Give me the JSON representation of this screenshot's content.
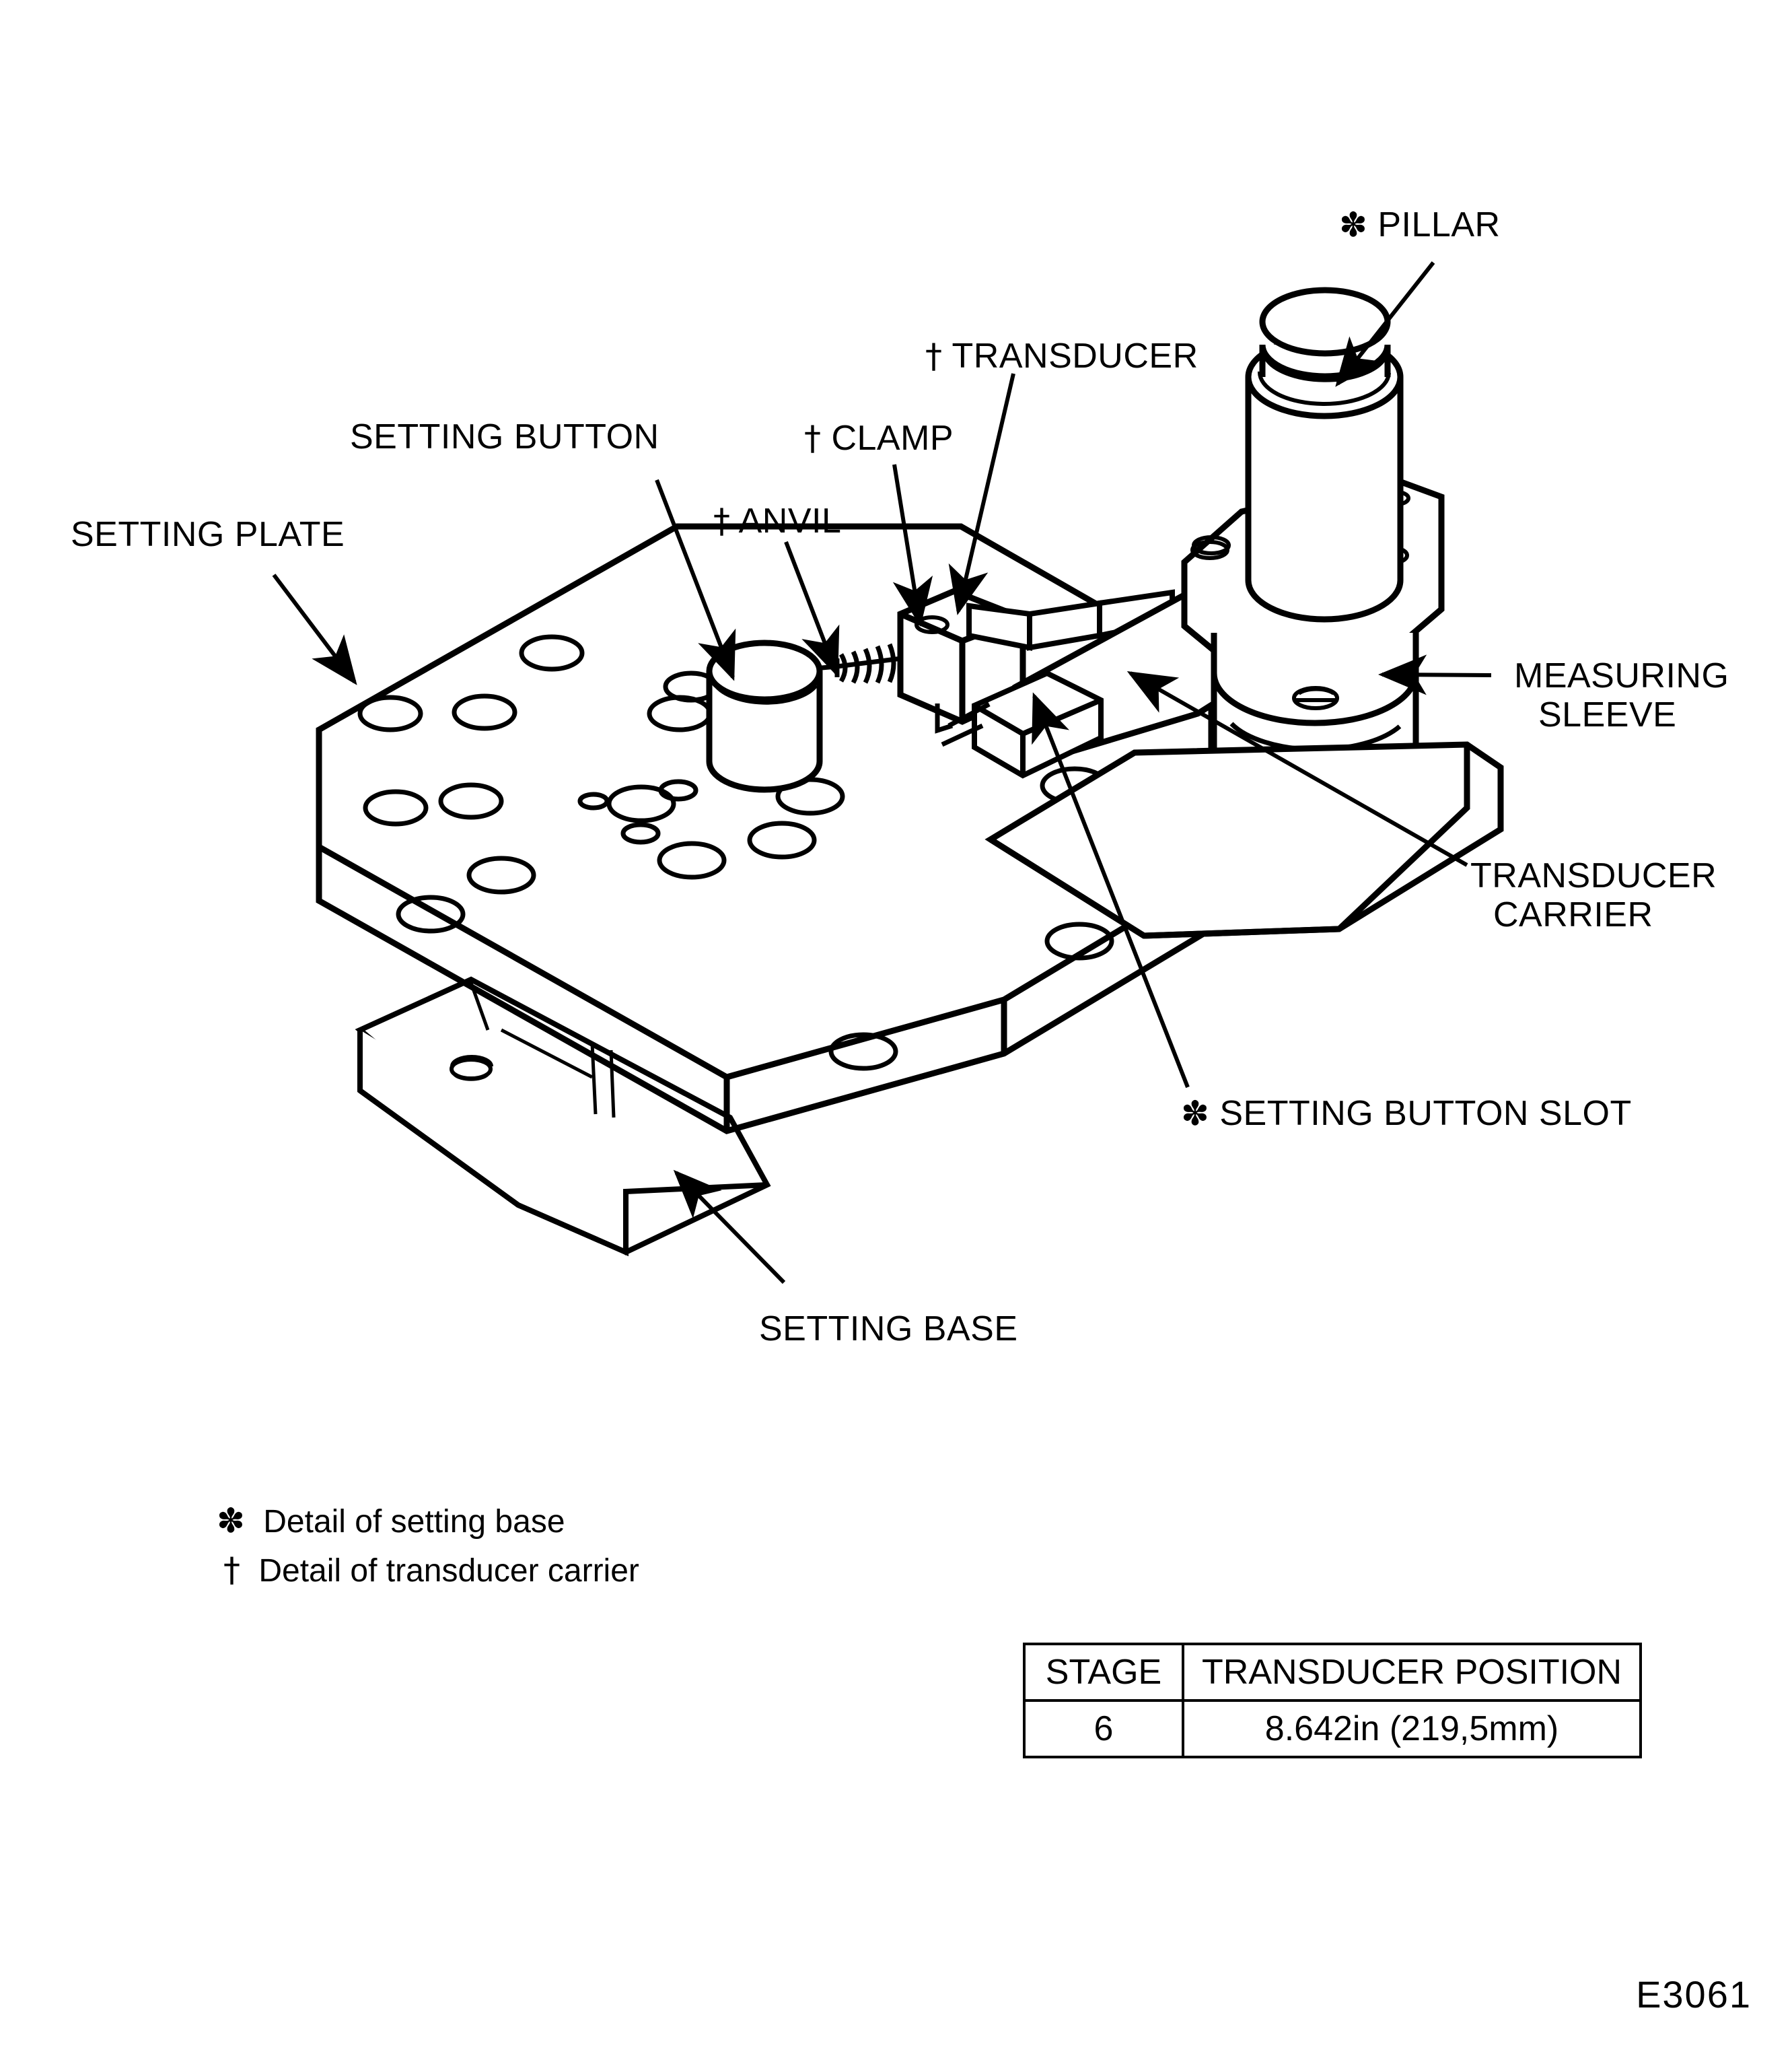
{
  "figure": {
    "code": "E3061",
    "title": "Setting plate assembly exploded callout drawing"
  },
  "callouts": {
    "setting_plate": "SETTING PLATE",
    "setting_button": "SETTING BUTTON",
    "anvil_symbol": "†",
    "anvil": "ANVIL",
    "clamp_symbol": "†",
    "clamp": "CLAMP",
    "transducer_symbol": "†",
    "transducer": "TRANSDUCER",
    "pillar_symbol": "✽",
    "pillar": "PILLAR",
    "measuring_sleeve_line1": "MEASURING",
    "measuring_sleeve_line2": "SLEEVE",
    "transducer_carrier_line1": "TRANSDUCER",
    "transducer_carrier_line2": "CARRIER",
    "setting_button_slot_symbol": "✽",
    "setting_button_slot": "SETTING BUTTON SLOT",
    "setting_base": "SETTING BASE"
  },
  "legend": [
    {
      "symbol": "✽",
      "text": "Detail of setting base"
    },
    {
      "symbol": "†",
      "text": "Detail of transducer carrier"
    }
  ],
  "table": {
    "headers": [
      "STAGE",
      "TRANSDUCER POSITION"
    ],
    "rows": [
      {
        "stage": "6",
        "position": "8.642in (219,5mm)"
      }
    ]
  },
  "colors": {
    "ink": "#000000",
    "paper": "#ffffff"
  }
}
